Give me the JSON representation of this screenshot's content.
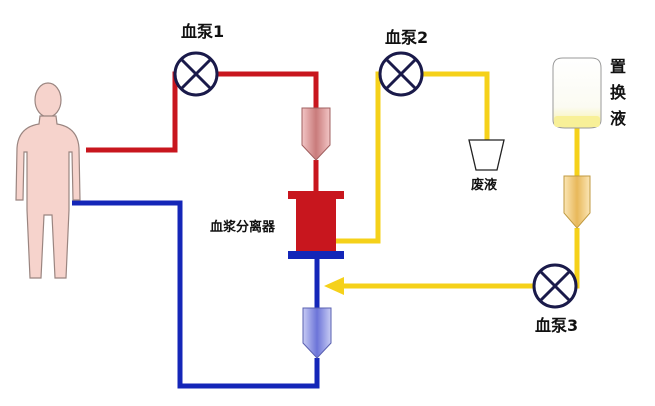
{
  "labels": {
    "pump1": "血泵1",
    "pump2": "血泵2",
    "pump3": "血泵3",
    "separator": "血浆分离器",
    "waste": "废液",
    "replacement_chars": [
      "置",
      "换",
      "液"
    ]
  },
  "colors": {
    "red": "#c8161e",
    "blue": "#1426b8",
    "yellow": "#f5d11a",
    "pump_stroke": "#1a1a4a",
    "body_fill": "#f6d3cc",
    "body_stroke": "#9a8580"
  }
}
